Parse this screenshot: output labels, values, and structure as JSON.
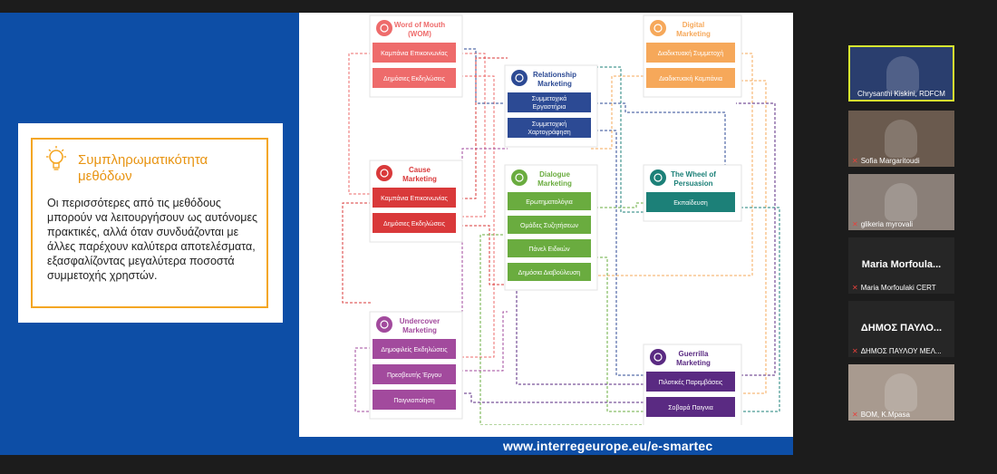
{
  "slide": {
    "card_title": "Συμπληρωματικότητα μεθόδων",
    "card_body": "Οι περισσότερες από τις μεθόδους μπορούν να λειτουργήσουν ως αυτόνομες πρακτικές, αλλά όταν συνδυάζονται με άλλες παρέχουν καλύτερα αποτελέσματα, εξασφαλίζοντας μεγαλύτερα ποσοστά συμμετοχής χρηστών.",
    "url": "www.interregeurope.eu/e-smartec"
  },
  "diagram": {
    "wom": {
      "title1": "Word of Mouth",
      "title2": "(WOM)",
      "items": [
        "Καμπάνια Επικοινωνίας",
        "Δημόσιες Εκδηλώσεις"
      ]
    },
    "digital": {
      "title1": "Digital",
      "title2": "Marketing",
      "items": [
        "Διαδικτυακή Συμμετοχή",
        "Διαδικτυακή Καμπάνια"
      ]
    },
    "relationship": {
      "title1": "Relationship",
      "title2": "Marketing",
      "items": [
        "Συμμετοχικά Εργαστήρια",
        "Συμμετοχική Χαρτογράφηση"
      ]
    },
    "cause": {
      "title1": "Cause",
      "title2": "Marketing",
      "items": [
        "Καμπάνια Επικοινωνίας",
        "Δημόσιες Εκδηλώσεις"
      ]
    },
    "dialogue": {
      "title1": "Dialogue",
      "title2": "Marketing",
      "items": [
        "Ερωτηματολόγια",
        "Ομάδες Συζητήσεων",
        "Πάνελ Ειδικών",
        "Δημόσια Διαβούλευση"
      ]
    },
    "wheel": {
      "title1": "The Wheel of",
      "title2": "Persuasion",
      "items": [
        "Εκπαίδευση"
      ]
    },
    "undercover": {
      "title1": "Undercover",
      "title2": "Marketing",
      "items": [
        "Δημοφιλείς Εκδηλώσεις",
        "Πρεσβευτής Έργου",
        "Παιγνιοποίηση"
      ]
    },
    "guerrilla": {
      "title1": "Guerrilla",
      "title2": "Marketing",
      "items": [
        "Πιλοτικές Παρεμβάσεις",
        "Σοβαρά Παιγνια"
      ]
    }
  },
  "participants": [
    {
      "name": "Chrysanthi Kiskini, RDFCM",
      "big": ""
    },
    {
      "name": "Sofia Margaritoudi",
      "big": ""
    },
    {
      "name": "glikeria myrovali",
      "big": ""
    },
    {
      "name": "Maria Morfoulaki CERT",
      "big": "Maria Morfoula..."
    },
    {
      "name": "ΔΗΜΟΣ ΠΑΥΛΟΥ ΜΕΛ...",
      "big": "ΔΗΜΟΣ ΠΑΥΛΟ..."
    },
    {
      "name": "ΒΟΜ, K.Mpasa",
      "big": ""
    }
  ],
  "colors": {
    "slide_blue": "#0d4ea6",
    "card_orange": "#f4a623",
    "wom": "#ee6b6b",
    "digital": "#f6a85a",
    "relationship": "#2c4a94",
    "cause": "#d9393a",
    "dialogue": "#6aac3f",
    "wheel": "#1c8078",
    "undercover": "#a24a9d",
    "guerrilla": "#5a2a82",
    "speaker_border": "#d6e630"
  }
}
